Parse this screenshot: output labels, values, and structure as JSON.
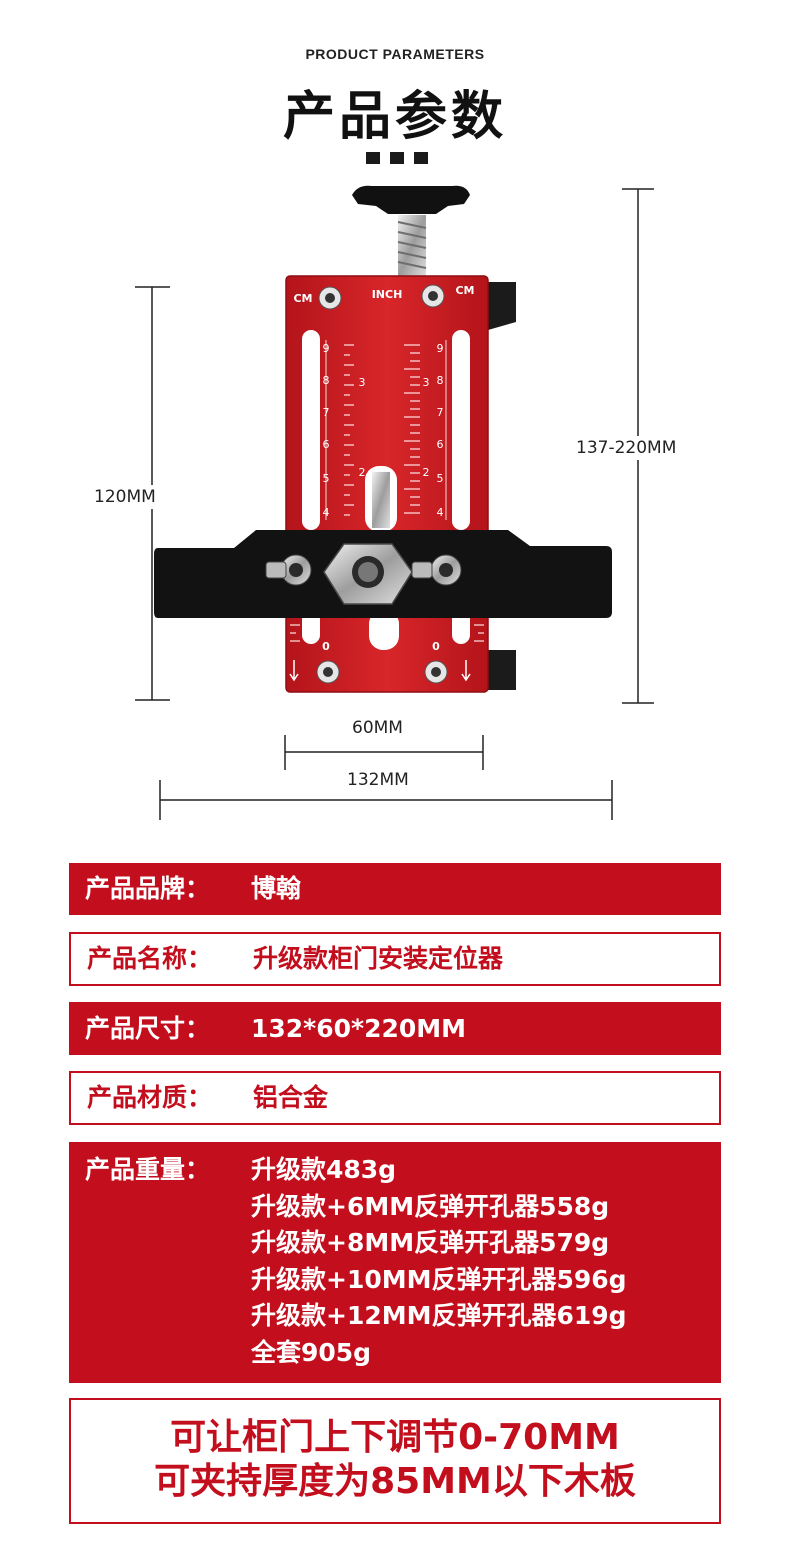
{
  "header": {
    "subtitle": "PRODUCT PARAMETERS",
    "title": "产品参数"
  },
  "dimensions": {
    "height": "120MM",
    "adjust_range": "137-220MM",
    "inner_width": "60MM",
    "total_width": "132MM"
  },
  "scale_labels": {
    "cm": "CM",
    "inch": "INCH",
    "zero": "0"
  },
  "specs": {
    "brand": {
      "label": "产品品牌：",
      "value": "博翰"
    },
    "name": {
      "label": "产品名称：",
      "value": "升级款柜门安装定位器"
    },
    "size": {
      "label": "产品尺寸：",
      "value": "132*60*220MM"
    },
    "material": {
      "label": "产品材质：",
      "value": "铝合金"
    },
    "weight": {
      "label": "产品重量：",
      "lines": [
        "升级款483g",
        "升级款+6MM反弹开孔器558g",
        "升级款+8MM反弹开孔器579g",
        "升级款+10MM反弹开孔器596g",
        "升级款+12MM反弹开孔器619g",
        "全套905g"
      ]
    }
  },
  "footer": {
    "line1": "可让柜门上下调节0-70MM",
    "line2": "可夹持厚度为85MM以下木板"
  },
  "colors": {
    "accent_red": "#c20e1d",
    "plate_red": "#cf1b20",
    "dark": "#111111"
  }
}
